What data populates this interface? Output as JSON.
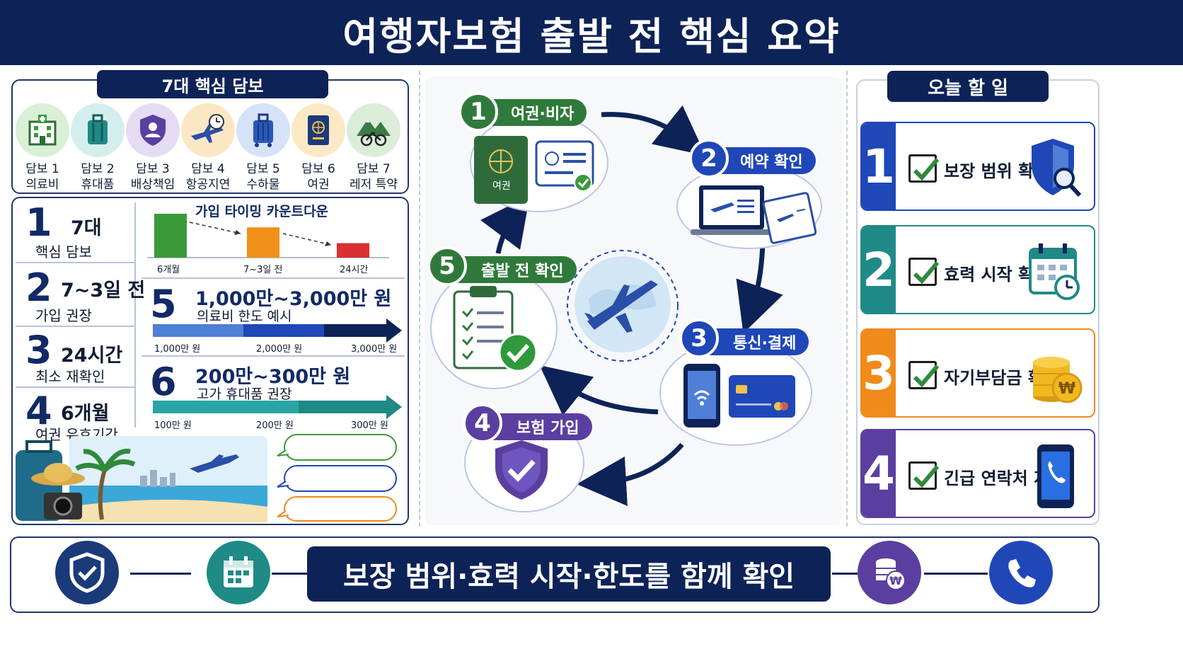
{
  "title": "여행자보험 출발 전 핵심 요약",
  "coverage_section": {
    "header": "7대 핵심 담보",
    "items": [
      {
        "line1": "담보 1",
        "line2": "의료비"
      },
      {
        "line1": "담보 2",
        "line2": "휴대품"
      },
      {
        "line1": "담보 3",
        "line2": "배상책임"
      },
      {
        "line1": "담보 4",
        "line2": "항공지연"
      },
      {
        "line1": "담보 5",
        "line2": "수하물"
      },
      {
        "line1": "담보 6",
        "line2": "여권"
      },
      {
        "line1": "담보 7",
        "line2": "레저 특약"
      }
    ]
  },
  "stats": [
    {
      "num": "1",
      "value": "7대",
      "caption": "핵심 담보"
    },
    {
      "num": "2",
      "value": "7~3일 전",
      "caption": "가입 권장"
    },
    {
      "num": "3",
      "value": "24시간",
      "caption": "최소 재확인"
    },
    {
      "num": "4",
      "value": "6개월",
      "caption": "여권 유효기간"
    }
  ],
  "countdown": {
    "title": "가입 타이밍 카운트다운",
    "bars": [
      {
        "label": "6개월",
        "value": 1.0,
        "color": "#3a9a3a"
      },
      {
        "label": "7~3일 전",
        "value": 0.69,
        "color": "#f0901a"
      },
      {
        "label": "24시간",
        "value": 0.33,
        "color": "#d93030"
      }
    ]
  },
  "medical_limit": {
    "num": "5",
    "amount": "1,000만~3,000만 원",
    "caption": "의료비 한도 예시",
    "ticks": [
      "1,000만 원",
      "2,000만 원",
      "3,000만 원"
    ]
  },
  "belongings_limit": {
    "num": "6",
    "amount": "200만~300만 원",
    "caption": "고가 휴대품 권장",
    "ticks": [
      "100만 원",
      "200만 원",
      "300만 원"
    ]
  },
  "flow": {
    "steps": [
      {
        "num": "1",
        "label": "여권·비자",
        "color": "#2f7a3a"
      },
      {
        "num": "2",
        "label": "예약 확인",
        "color": "#1f47b8"
      },
      {
        "num": "3",
        "label": "통신·결제",
        "color": "#1f47b8"
      },
      {
        "num": "4",
        "label": "보험 가입",
        "color": "#5a3fa0"
      },
      {
        "num": "5",
        "label": "출발 전 확인",
        "color": "#2f7a3a"
      }
    ],
    "passport_text": "여권"
  },
  "todo": {
    "header": "오늘 할 일",
    "items": [
      {
        "num": "1",
        "text": "보장 범위 확인",
        "color": "#1f47b8",
        "icon": "shield-search-icon"
      },
      {
        "num": "2",
        "text": "효력 시작 확인",
        "color": "#1f8a86",
        "icon": "calendar-clock-icon"
      },
      {
        "num": "3",
        "text": "자기부담금 확인",
        "color": "#f08a1a",
        "icon": "coins-icon"
      },
      {
        "num": "4",
        "text": "긴급 연락처 저장",
        "color": "#5a3fa0",
        "icon": "phone-icon"
      }
    ]
  },
  "footer": {
    "text": "보장 범위·효력 시작·한도를 함께 확인"
  }
}
